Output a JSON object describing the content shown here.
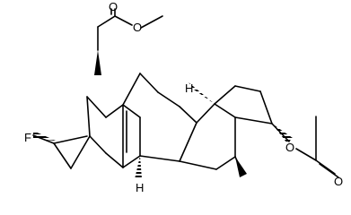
{
  "molecule": {
    "atoms": [
      {
        "id": "o_carbonyl_top",
        "label": "O"
      },
      {
        "id": "o_ester_top",
        "label": "O"
      },
      {
        "id": "h_c8",
        "label": "H"
      },
      {
        "id": "h_c9",
        "label": "H"
      },
      {
        "id": "fluorine",
        "label": "F"
      },
      {
        "id": "o_acetate",
        "label": "O"
      },
      {
        "id": "o_carbonyl_bottom",
        "label": "O"
      }
    ],
    "colors": {
      "stroke": "#000000",
      "text": "#000000",
      "background": "#ffffff"
    }
  }
}
